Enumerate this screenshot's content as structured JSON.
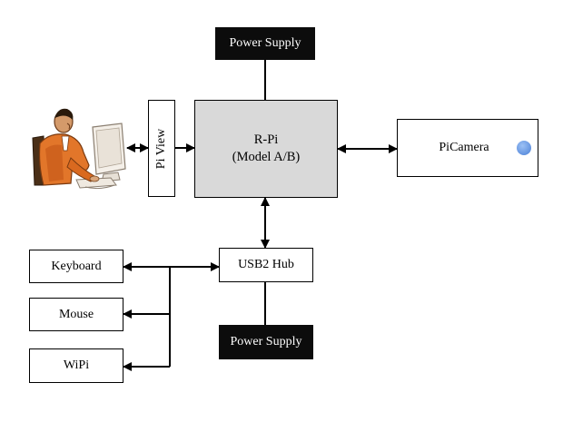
{
  "nodes": {
    "power_supply_top": "Power Supply",
    "power_supply_bottom": "Power Supply",
    "rpi_line1": "R-Pi",
    "rpi_line2": "(Model A/B)",
    "pi_view": "Pi View",
    "picamera": "PiCamera",
    "usb_hub": "USB2 Hub",
    "keyboard": "Keyboard",
    "mouse": "Mouse",
    "wipi": "WiPi"
  },
  "colors": {
    "rpi_fill": "#d9d9d9",
    "power_fill": "#0c0c0c",
    "camera_dot": "#5b8fe6"
  },
  "icons": {
    "user": "person-at-computer-icon",
    "camera_dot": "camera-lens-dot-icon"
  }
}
